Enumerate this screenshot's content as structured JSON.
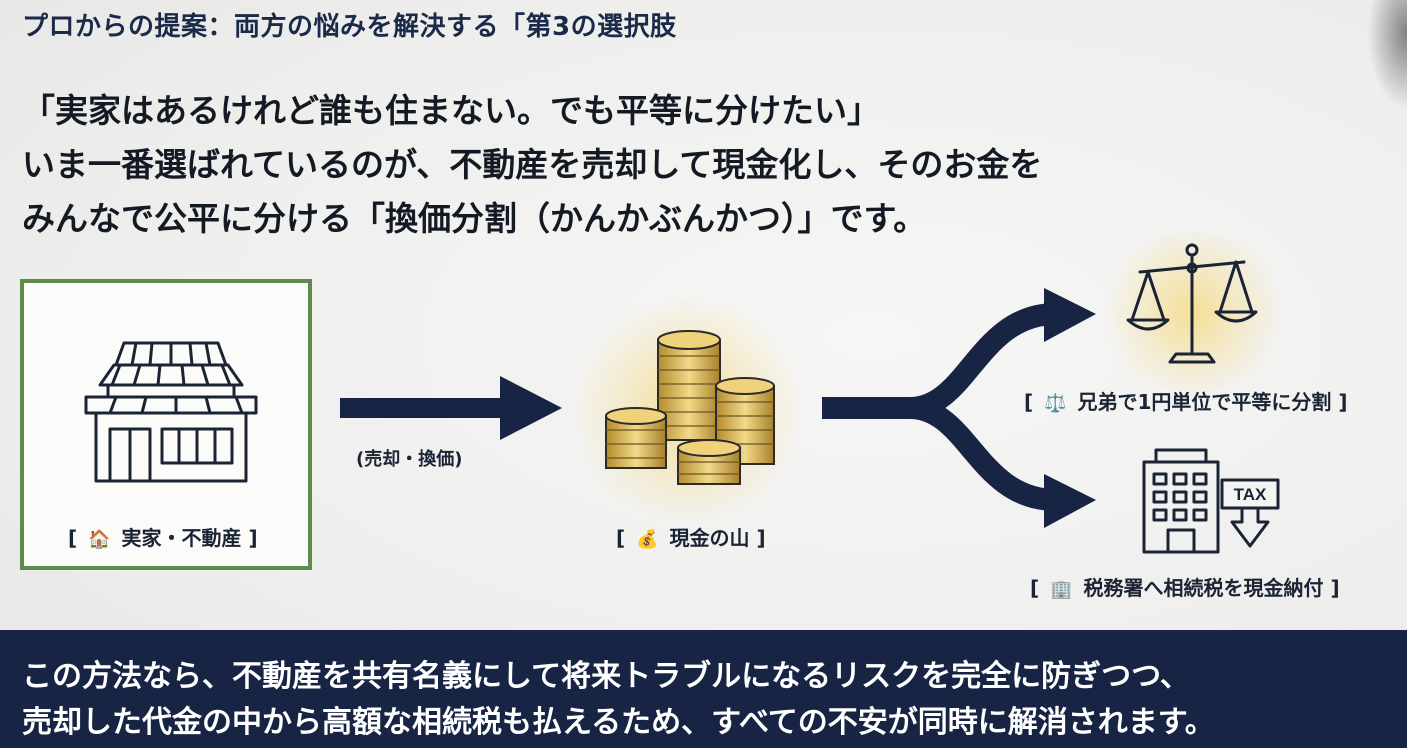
{
  "header": {
    "title": "プロからの提案：両方の悩みを解決する「第3の選択肢"
  },
  "lead": {
    "line1": "「実家はあるけれど誰も住まない。でも平等に分けたい」",
    "line2": "いま一番選ばれているのが、不動産を売却して現金化し、そのお金を",
    "line3": "みんなで公平に分ける「換価分割（かんかぶんかつ）」です。"
  },
  "diagram": {
    "house": {
      "icon": "house-icon",
      "caption_icon": "house-emoji",
      "caption_emoji": "🏠",
      "caption": "実家・不動産"
    },
    "sell_arrow_label": "(売却・換価)",
    "cash": {
      "icon": "coin-stack-icon",
      "caption_icon": "money-bag-emoji",
      "caption_emoji": "💰",
      "caption": "現金の山"
    },
    "outcome_equal": {
      "icon": "balance-scale-icon",
      "caption_icon": "scale-emoji",
      "caption_emoji": "⚖️",
      "caption": "兄弟で1円単位で平等に分割"
    },
    "outcome_tax": {
      "icon": "tax-office-icon",
      "caption_icon": "office-emoji",
      "caption_emoji": "🏢",
      "caption": "税務署へ相続税を現金納付",
      "sign_text": "TAX"
    },
    "bracket_open": "[",
    "bracket_close": "]"
  },
  "footer": {
    "line1": "この方法なら、不動産を共有名義にして将来トラブルになるリスクを完全に防ぎつつ、",
    "line2": "売却した代金の中から高額な相続税も払えるため、すべての不安が同時に解消されます。"
  },
  "colors": {
    "navy": "#172443",
    "house_border": "#5f8a4e",
    "gold": "#d8b95a",
    "text": "#141a24"
  }
}
